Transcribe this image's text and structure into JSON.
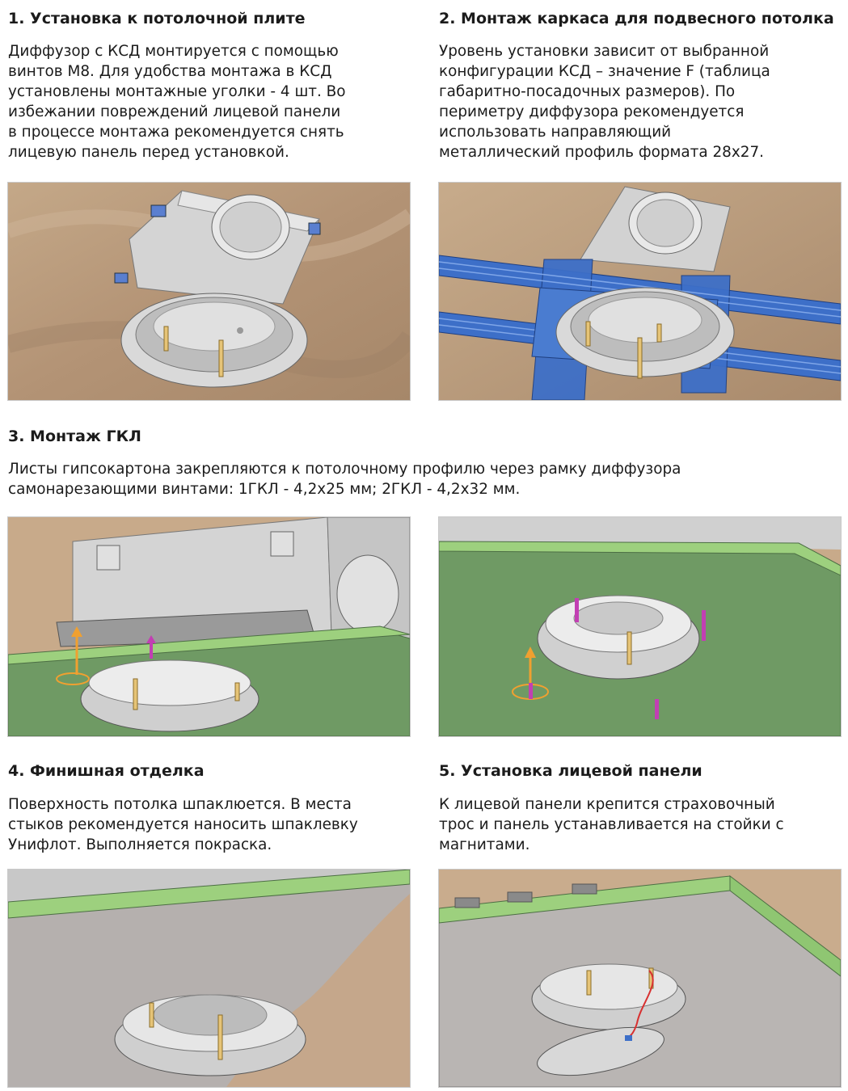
{
  "sections": [
    {
      "heading": "1. Установка к потолочной плите",
      "text": "Диффузор с КСД монтируется с помощью\nвинтов М8. Для удобства монтажа в КСД\nустановлены монтажные уголки - 4 шт. Во\nизбежании повреждений лицевой панели\nв процессе монтажа рекомендуется снять\nлицевую панель перед установкой."
    },
    {
      "heading": "2. Монтаж каркаса для подвесного потолка",
      "text": "Уровень установки зависит от выбранной\nконфигурации КСД – значение F (таблица\nгабаритно-посадочных размеров). По\nпериметру диффузора рекомендуется\nиспользовать направляющий\nметаллический профиль формата 28х27."
    },
    {
      "heading": "3. Монтаж ГКЛ",
      "text": "Листы гипсокартона закрепляются к потолочному профилю через рамку диффузора\nсамонарезающими винтами: 1ГКЛ - 4,2х25 мм; 2ГКЛ - 4,2х32 мм."
    },
    {
      "heading": "4. Финишная отделка",
      "text": "Поверхность потолка шпаклюется. В места\nстыков рекомендуется наносить шпаклевку\nУнифлот. Выполняется покраска."
    },
    {
      "heading": "5. Установка лицевой панели",
      "text": "К лицевой панели крепится страховочный\nтрос и панель устанавливается на стойки с\nмагнитами."
    }
  ],
  "colors": {
    "concrete": "#b89a7c",
    "metal": "#d8d8d8",
    "profile": "#3d6fc8",
    "gkl_green": "#6f9a64",
    "gkl_edge": "#9dd07e",
    "ceiling_grey": "#b5b0ae",
    "screw": "#e6c477",
    "screw_magenta": "#c23fb3",
    "arrow_orange": "#f0a030"
  }
}
